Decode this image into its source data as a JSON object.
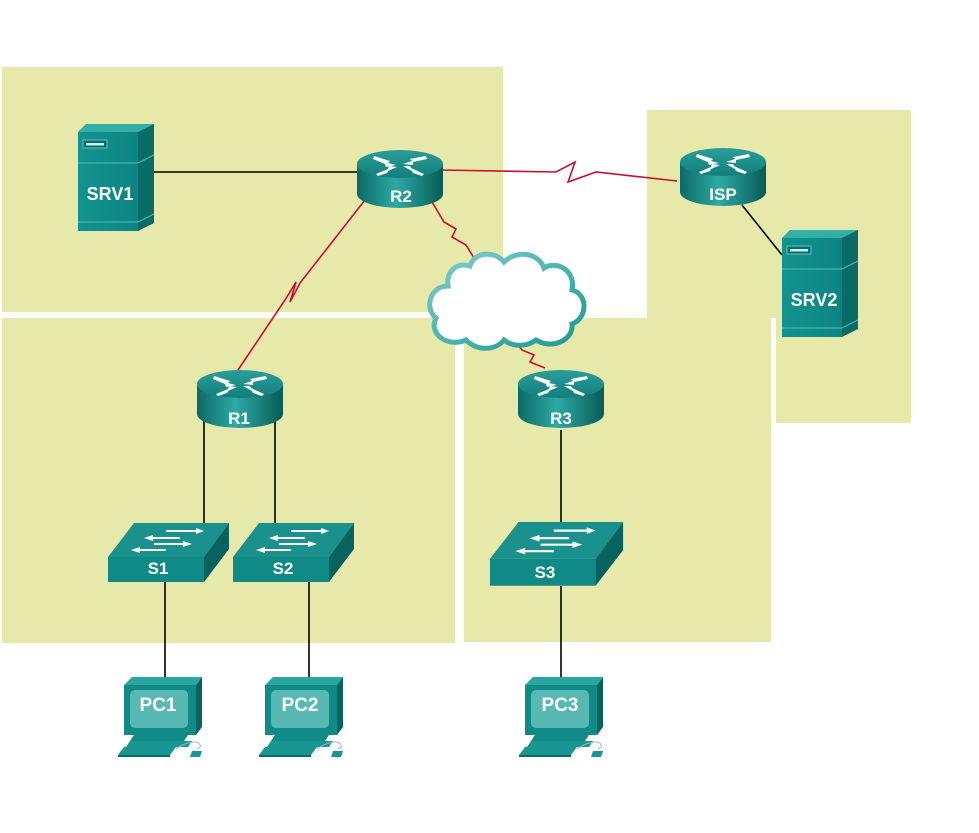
{
  "diagram": {
    "type": "network-topology",
    "colors": {
      "zone_fill": "#e6e9aa",
      "device_teal": "#0f8a86",
      "device_teal_dark": "#0a6663",
      "device_teal_light": "#2aa6a1",
      "serial_link": "#c8102e",
      "ethernet_link": "#000000",
      "cloud_outline": "#2ba3a0",
      "background": "#ffffff"
    },
    "zones": [
      {
        "id": "zone-r2",
        "contains": [
          "SRV1",
          "R2"
        ]
      },
      {
        "id": "zone-isp",
        "contains": [
          "ISP",
          "SRV2"
        ]
      },
      {
        "id": "zone-r1",
        "contains": [
          "R1",
          "S1",
          "S2"
        ]
      },
      {
        "id": "zone-r3",
        "contains": [
          "R3",
          "S3"
        ]
      }
    ],
    "devices": {
      "srv1": {
        "label": "SRV1",
        "type": "server"
      },
      "srv2": {
        "label": "SRV2",
        "type": "server"
      },
      "r1": {
        "label": "R1",
        "type": "router"
      },
      "r2": {
        "label": "R2",
        "type": "router"
      },
      "r3": {
        "label": "R3",
        "type": "router"
      },
      "isp": {
        "label": "ISP",
        "type": "router"
      },
      "s1": {
        "label": "S1",
        "type": "switch"
      },
      "s2": {
        "label": "S2",
        "type": "switch"
      },
      "s3": {
        "label": "S3",
        "type": "switch"
      },
      "pc1": {
        "label": "PC1",
        "type": "pc"
      },
      "pc2": {
        "label": "PC2",
        "type": "pc"
      },
      "pc3": {
        "label": "PC3",
        "type": "pc"
      },
      "cloud": {
        "label": "",
        "type": "wan-cloud"
      }
    },
    "links": [
      {
        "from": "SRV1",
        "to": "R2",
        "type": "ethernet"
      },
      {
        "from": "R2",
        "to": "ISP",
        "type": "serial"
      },
      {
        "from": "R2",
        "to": "R1",
        "type": "serial"
      },
      {
        "from": "R2",
        "to": "Cloud",
        "type": "serial"
      },
      {
        "from": "Cloud",
        "to": "R3",
        "type": "serial"
      },
      {
        "from": "ISP",
        "to": "SRV2",
        "type": "ethernet"
      },
      {
        "from": "R1",
        "to": "S1",
        "type": "ethernet"
      },
      {
        "from": "R1",
        "to": "S2",
        "type": "ethernet"
      },
      {
        "from": "R3",
        "to": "S3",
        "type": "ethernet"
      },
      {
        "from": "S1",
        "to": "PC1",
        "type": "ethernet"
      },
      {
        "from": "S2",
        "to": "PC2",
        "type": "ethernet"
      },
      {
        "from": "S3",
        "to": "PC3",
        "type": "ethernet"
      }
    ]
  }
}
